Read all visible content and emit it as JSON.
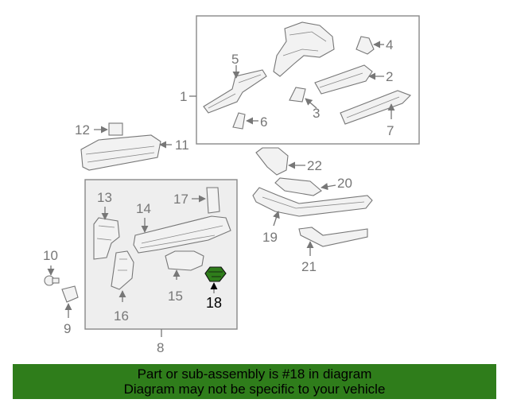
{
  "callouts": {
    "c1": "1",
    "c2": "2",
    "c3": "3",
    "c4": "4",
    "c5": "5",
    "c6": "6",
    "c7": "7",
    "c8": "8",
    "c9": "9",
    "c10": "10",
    "c11": "11",
    "c12": "12",
    "c13": "13",
    "c14": "14",
    "c15": "15",
    "c16": "16",
    "c17": "17",
    "c18": "18",
    "c19": "19",
    "c20": "20",
    "c21": "21",
    "c22": "22"
  },
  "highlight": {
    "part_number": "18",
    "color": "#2f7d1b"
  },
  "banner": {
    "line1": "Part or sub-assembly is #18 in diagram",
    "line2": "Diagram may not be specific to your vehicle",
    "color": "#2f7d1b"
  }
}
